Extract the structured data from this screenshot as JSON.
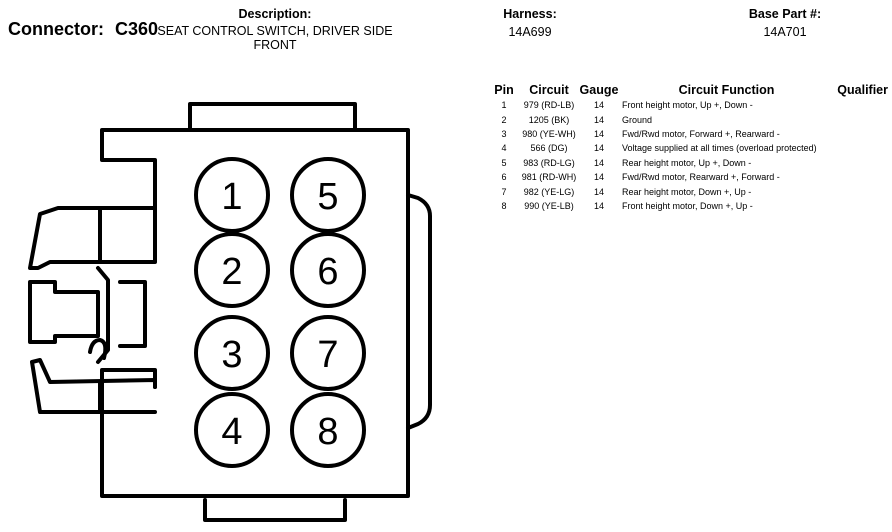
{
  "header": {
    "connector_label": "Connector:",
    "connector_id": "C360",
    "description_label": "Description:",
    "description_line1": "SEAT CONTROL SWITCH, DRIVER SIDE",
    "description_line2": "FRONT",
    "harness_label": "Harness:",
    "harness_value": "14A699",
    "base_part_label": "Base Part #:",
    "base_part_value": "14A701"
  },
  "table": {
    "headers": {
      "pin": "Pin",
      "circuit": "Circuit",
      "gauge": "Gauge",
      "function": "Circuit Function",
      "qualifier": "Qualifier"
    },
    "rows": [
      {
        "pin": "1",
        "circuit": "979 (RD-LB)",
        "gauge": "14",
        "function": "Front height motor, Up +, Down -",
        "qualifier": ""
      },
      {
        "pin": "2",
        "circuit": "1205 (BK)",
        "gauge": "14",
        "function": "Ground",
        "qualifier": ""
      },
      {
        "pin": "3",
        "circuit": "980 (YE-WH)",
        "gauge": "14",
        "function": "Fwd/Rwd motor, Forward +, Rearward -",
        "qualifier": ""
      },
      {
        "pin": "4",
        "circuit": "566 (DG)",
        "gauge": "14",
        "function": "Voltage supplied at all times (overload protected)",
        "qualifier": ""
      },
      {
        "pin": "5",
        "circuit": "983 (RD-LG)",
        "gauge": "14",
        "function": "Rear height motor, Up +, Down -",
        "qualifier": ""
      },
      {
        "pin": "6",
        "circuit": "981 (RD-WH)",
        "gauge": "14",
        "function": "Fwd/Rwd motor, Rearward +, Forward -",
        "qualifier": ""
      },
      {
        "pin": "7",
        "circuit": "982 (YE-LG)",
        "gauge": "14",
        "function": "Rear height motor, Down +, Up -",
        "qualifier": ""
      },
      {
        "pin": "8",
        "circuit": "990 (YE-LB)",
        "gauge": "14",
        "function": "Front height motor, Down +, Up -",
        "qualifier": ""
      }
    ]
  },
  "connector_face": {
    "pin_labels": [
      "1",
      "2",
      "3",
      "4",
      "5",
      "6",
      "7",
      "8"
    ]
  }
}
